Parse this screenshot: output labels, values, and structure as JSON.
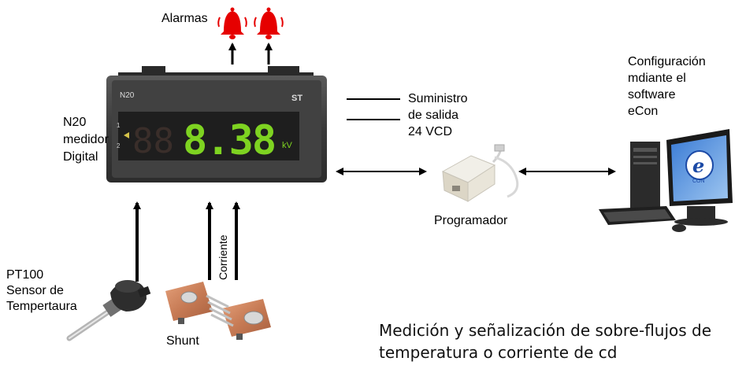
{
  "labels": {
    "alarms": "Alarmas",
    "meter": "N20\nmedidor\nDigital",
    "supply": "Suministro\nde salida\n24 VCD",
    "config": "Configuración\nmdiante el\nsoftware\neCon",
    "programmer": "Programador",
    "sensor": "PT100\nSensor de\nTempertaura",
    "shunt": "Shunt",
    "current": "Corriente"
  },
  "meter_display": {
    "model": "N20",
    "brand": "ST",
    "reading": "8.38",
    "unit": "kV",
    "indicators": [
      "1",
      "2"
    ]
  },
  "ecom_logo": {
    "letter": "e",
    "text": "CON"
  },
  "caption": "Medición y señalización de sobre-flujos de\ntemperatura o corriente de cd",
  "colors": {
    "alarm_red": "#e60000",
    "display_green": "#7ed321",
    "panel_dark": "#3c3c3c"
  }
}
